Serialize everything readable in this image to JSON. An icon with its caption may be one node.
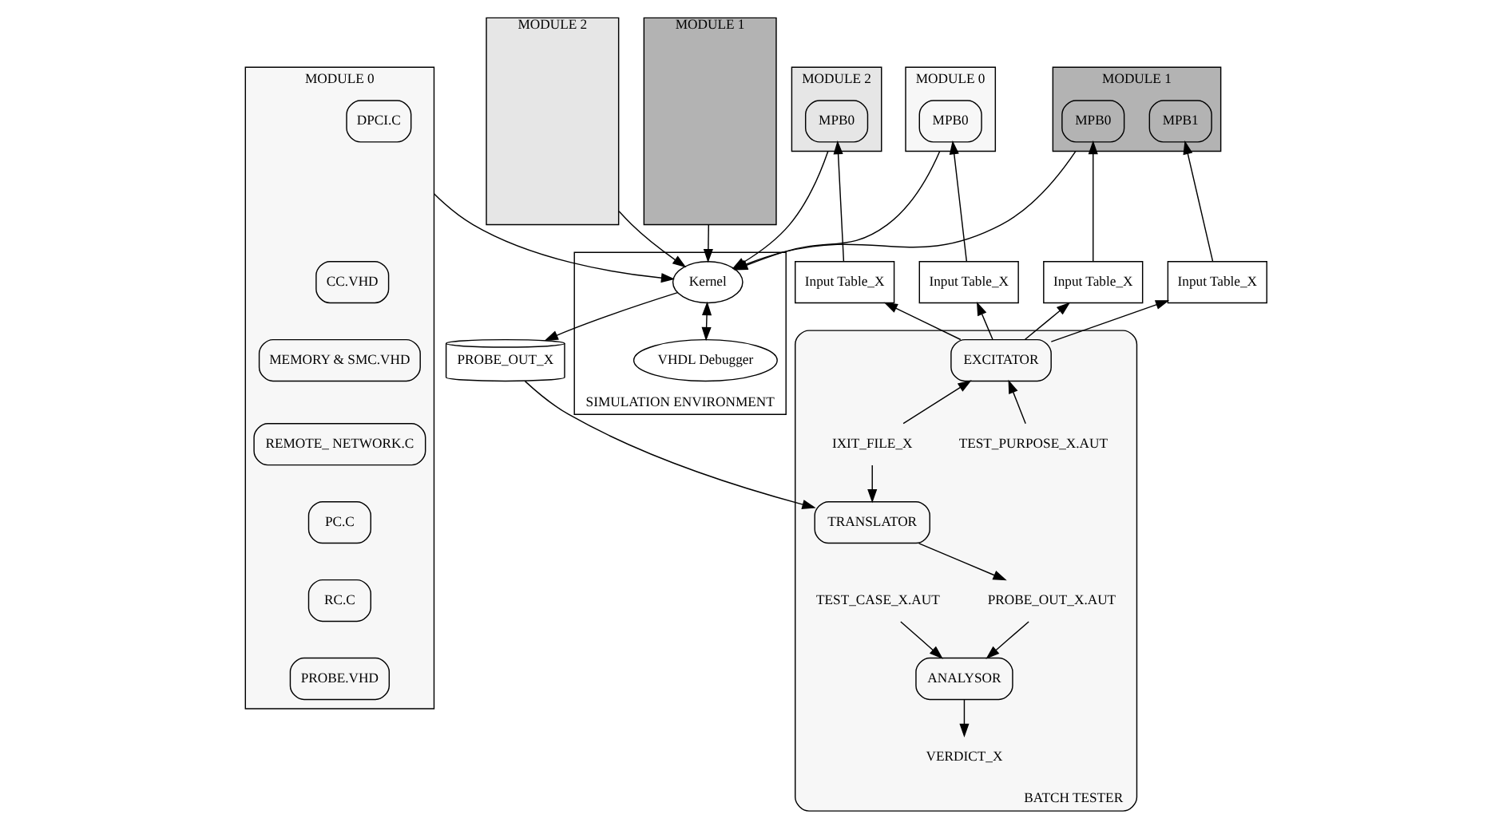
{
  "diagram": {
    "nodes": [
      {
        "text": [
          "MODULE 2"
        ]
      },
      {
        "text": [
          "MODULE 1"
        ]
      },
      {
        "text": [
          "MODULE 0"
        ]
      },
      {
        "text": [
          "DPCI.C"
        ],
        "in": 2
      },
      {
        "text": [
          "CC.VHD"
        ],
        "in": 2
      },
      {
        "text": [
          "MEMORY & SMC.VHD"
        ],
        "in": 2
      },
      {
        "text": [
          "REMOTE_ NETWORK.C"
        ],
        "in": 2
      },
      {
        "text": [
          "PC.C"
        ],
        "in": 2
      },
      {
        "text": [
          "RC.C"
        ],
        "in": 2
      },
      {
        "text": [
          "PROBE.VHD"
        ],
        "in": 2
      },
      {
        "text": [
          "SIMULATION ENVIRONMENT"
        ]
      },
      {
        "text": [
          "Kernel"
        ],
        "in": 10
      },
      {
        "text": [
          "VHDL Debugger"
        ],
        "in": 10
      },
      {
        "text": [
          "PROBE_OUT_X"
        ]
      },
      {
        "text": [
          "MODULE 0"
        ]
      },
      {
        "text": [
          "MPB0"
        ],
        "in": 14
      },
      {
        "text": [
          "MODULE 1"
        ]
      },
      {
        "text": [
          "MPB0"
        ],
        "in": 16
      },
      {
        "text": [
          "MPB1"
        ],
        "in": 16
      },
      {
        "text": [
          "MODULE 2"
        ]
      },
      {
        "text": [
          "MPB0"
        ],
        "in": 19
      },
      {
        "text": [
          "Input Table_X"
        ]
      },
      {
        "text": [
          "Input Table_X"
        ]
      },
      {
        "text": [
          "Input Table_X"
        ]
      },
      {
        "text": [
          "Input Table_X"
        ]
      },
      {
        "text": [
          "BATCH TESTER"
        ]
      },
      {
        "text": [
          "EXCITATOR"
        ],
        "in": 25
      },
      {
        "text": [
          "IXIT_FILE_X"
        ],
        "in": 25
      },
      {
        "text": [
          "TEST_PURPOSE_X.AUT"
        ],
        "in": 25
      },
      {
        "text": [
          "TEST_CASE_X.AUT"
        ],
        "in": 25
      },
      {
        "text": [
          "TRANSLATOR"
        ],
        "in": 25
      },
      {
        "text": [
          "ANALYSOR"
        ],
        "in": 25
      },
      {
        "text": [
          "PROBE_OUT_X.AUT"
        ],
        "in": 25
      },
      {
        "text": [
          "VERDICT_X"
        ],
        "in": 25
      }
    ],
    "edges": [
      {
        "from": 0,
        "to": 11,
        "arrow": "to"
      },
      {
        "from": 1,
        "to": 11,
        "arrow": "to"
      },
      {
        "from": 2,
        "to": 11,
        "arrow": "to"
      },
      {
        "from": 14,
        "to": 11,
        "arrow": "to"
      },
      {
        "from": 16,
        "to": 11,
        "arrow": "to"
      },
      {
        "from": 19,
        "to": 11,
        "arrow": "to"
      },
      {
        "from": 11,
        "to": 12,
        "arrow": "both"
      },
      {
        "from": 11,
        "to": 13,
        "arrow": "to"
      },
      {
        "from": 21,
        "to": 15,
        "arrow": "to"
      },
      {
        "from": 22,
        "to": 17,
        "arrow": "to"
      },
      {
        "from": 23,
        "to": 18,
        "arrow": "to"
      },
      {
        "from": 24,
        "to": 20,
        "arrow": "to"
      },
      {
        "from": 26,
        "to": 21,
        "arrow": "to"
      },
      {
        "from": 26,
        "to": 22,
        "arrow": "to"
      },
      {
        "from": 26,
        "to": 23,
        "arrow": "to"
      },
      {
        "from": 26,
        "to": 24,
        "arrow": "to"
      },
      {
        "from": 27,
        "to": 26,
        "arrow": "to"
      },
      {
        "from": 28,
        "to": 26,
        "arrow": "to"
      },
      {
        "from": 27,
        "to": 30,
        "arrow": "to"
      },
      {
        "from": 29,
        "to": 31,
        "arrow": "to"
      },
      {
        "from": 13,
        "to": 30,
        "arrow": "to"
      },
      {
        "from": 30,
        "to": 32,
        "arrow": "to"
      },
      {
        "from": 32,
        "to": 31,
        "arrow": "to"
      },
      {
        "from": 31,
        "to": 33,
        "arrow": "to"
      }
    ]
  }
}
